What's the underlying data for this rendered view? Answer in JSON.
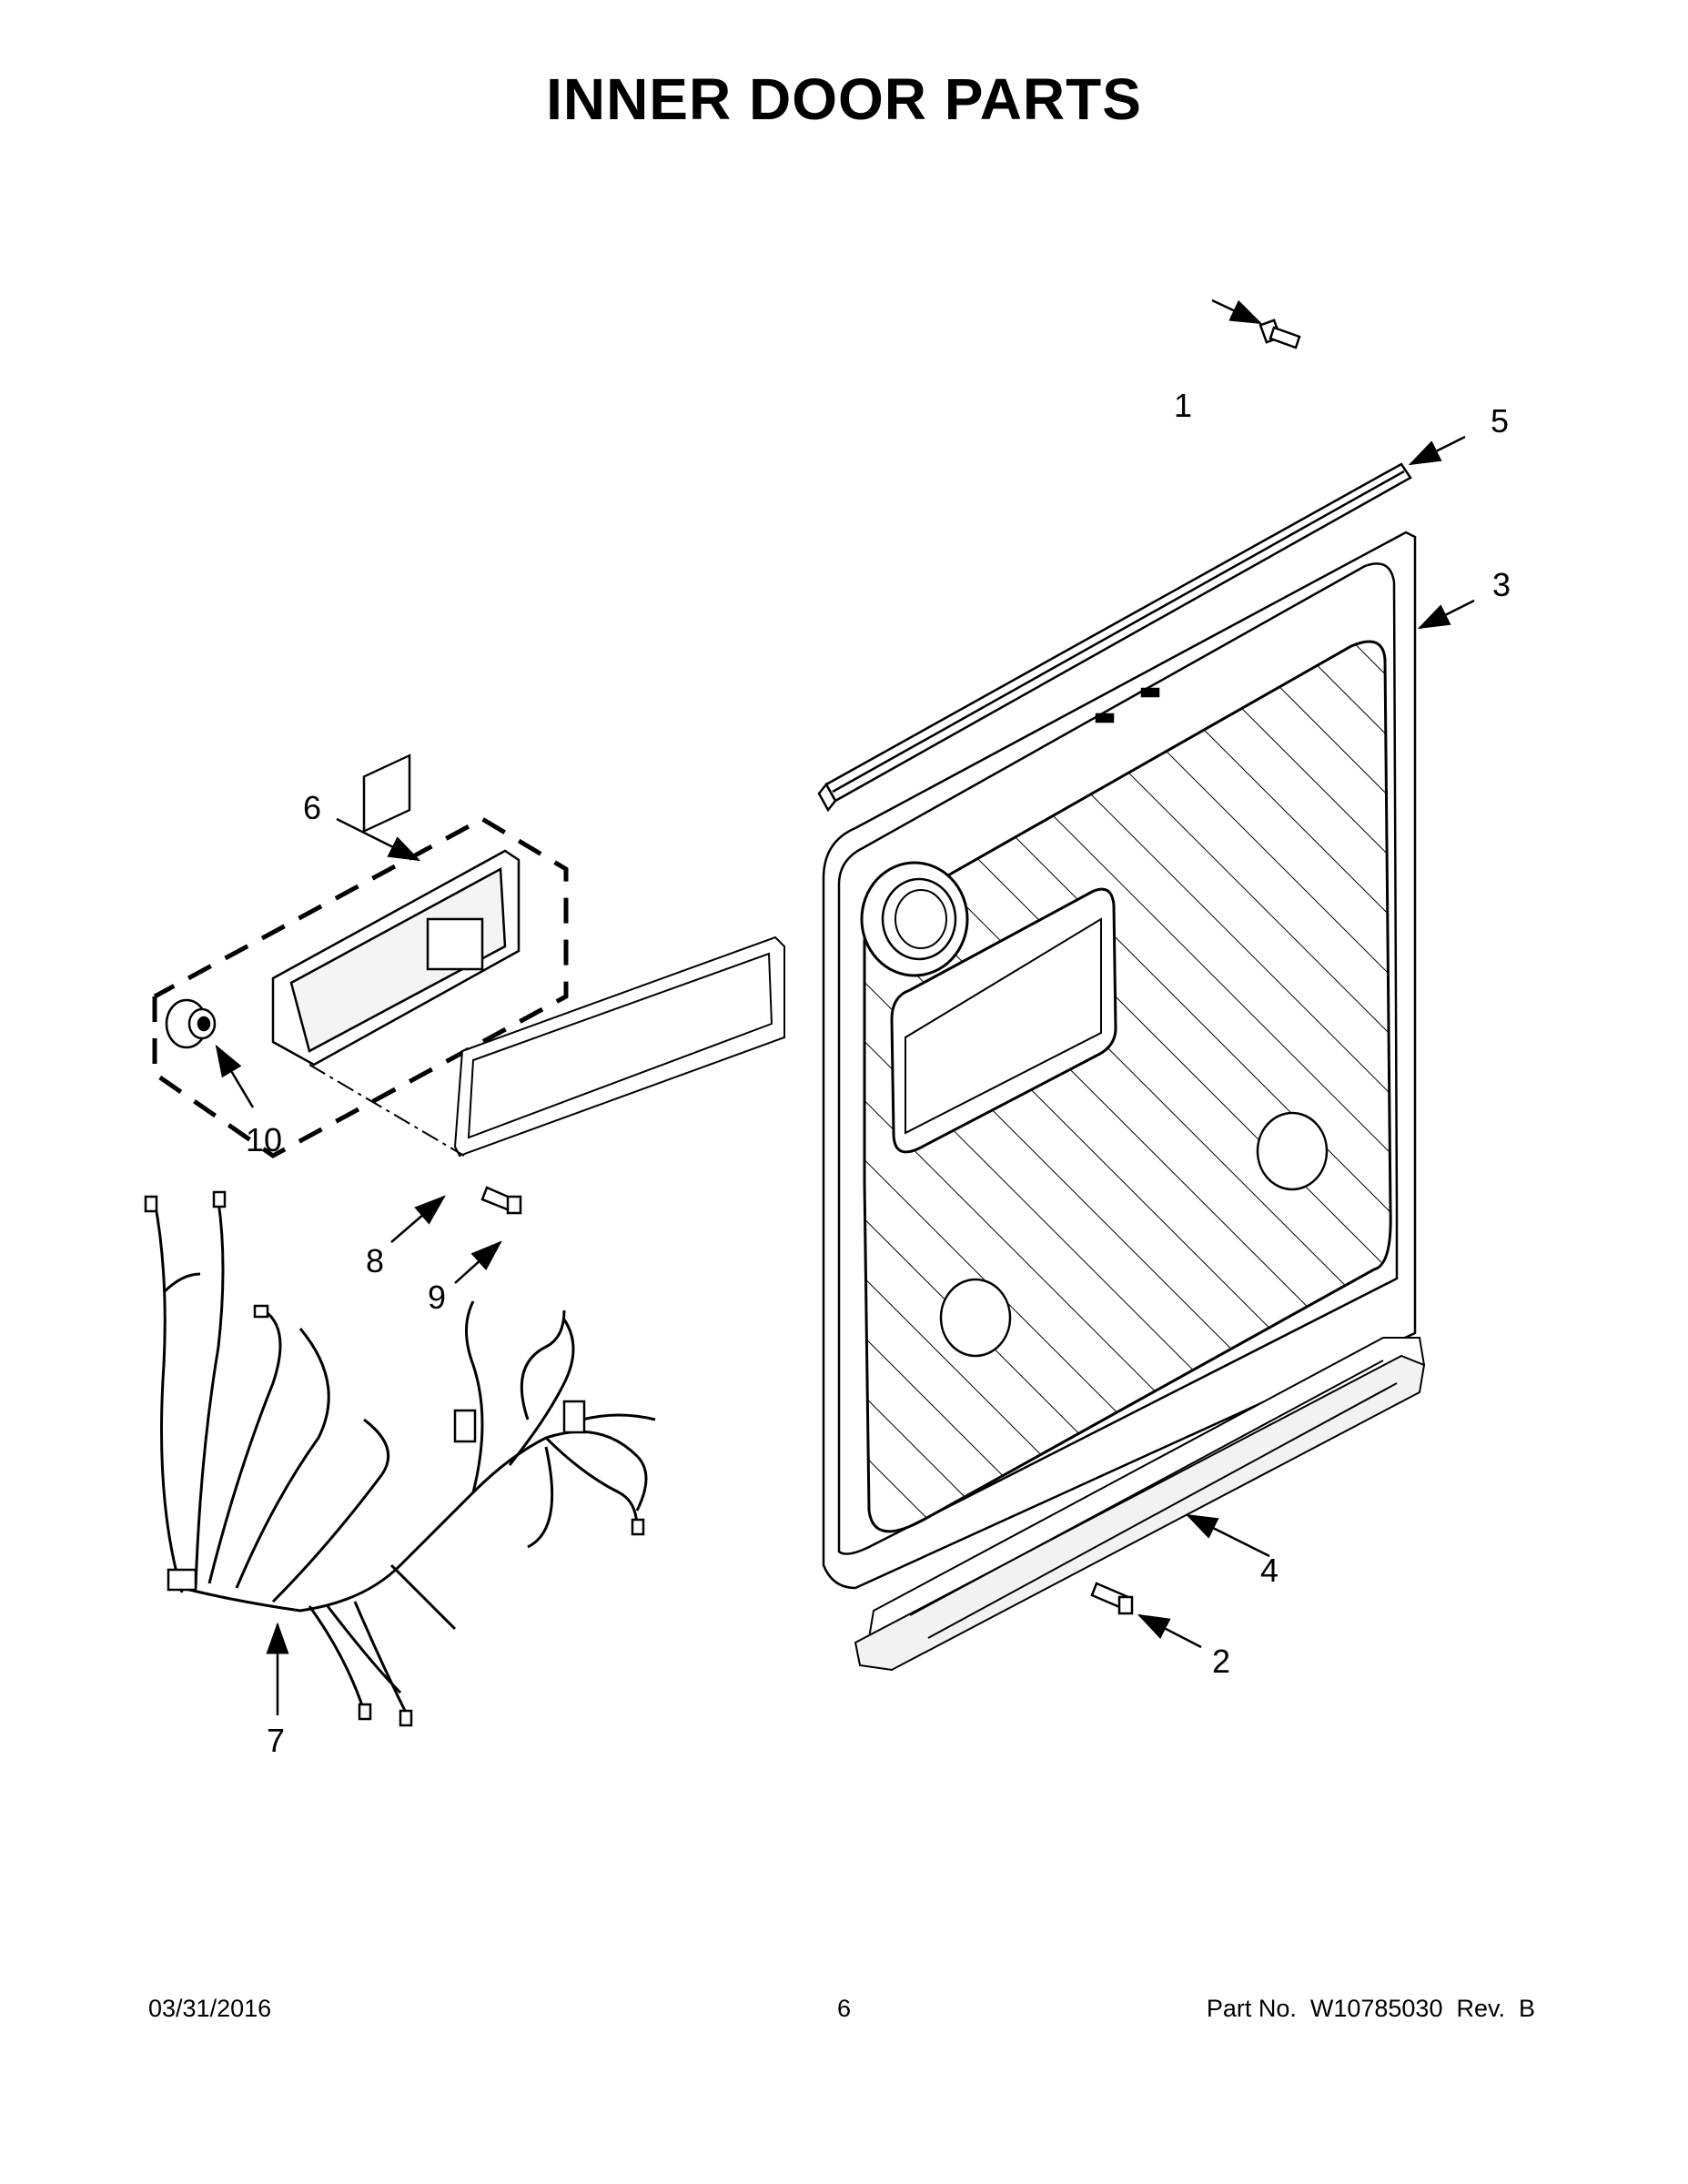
{
  "title": "INNER DOOR PARTS",
  "callouts": {
    "c1": "1",
    "c2": "2",
    "c3": "3",
    "c4": "4",
    "c5": "5",
    "c6": "6",
    "c7": "7",
    "c8": "8",
    "c9": "9",
    "c10": "10"
  },
  "footer": {
    "date": "03/31/2016",
    "page": "6",
    "part_no": "Part No.  W10785030  Rev.  B"
  }
}
